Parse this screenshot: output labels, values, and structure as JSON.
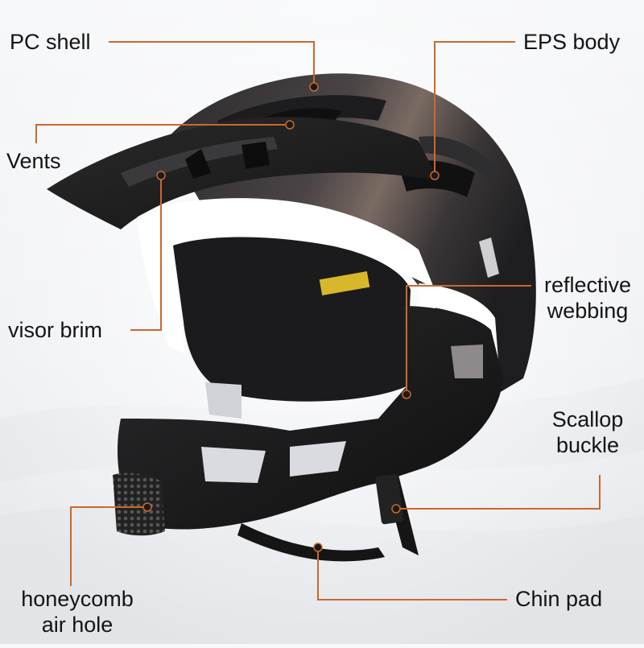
{
  "image": {
    "subject": "full-face bike helmet",
    "palette": {
      "shell": "#2b2a2c",
      "shell_highlight": "#7a6a62",
      "trim": "#ffffff",
      "padding": "#1c1c1e",
      "leader_line": "#c9692b",
      "marker_dot": "#1a1a1a",
      "reflective_tag": "#d8b72a"
    }
  },
  "labels": {
    "pc_shell": "PC shell",
    "eps_body": "EPS body",
    "vents": "Vents",
    "visor_brim": "visor brim",
    "reflective_webbing_1": "reflective",
    "reflective_webbing_2": "webbing",
    "scallop_buckle_1": "Scallop",
    "scallop_buckle_2": "buckle",
    "honeycomb_air_hole_1": "honeycomb",
    "honeycomb_air_hole_2": "air hole",
    "chin_pad": "Chin pad"
  }
}
